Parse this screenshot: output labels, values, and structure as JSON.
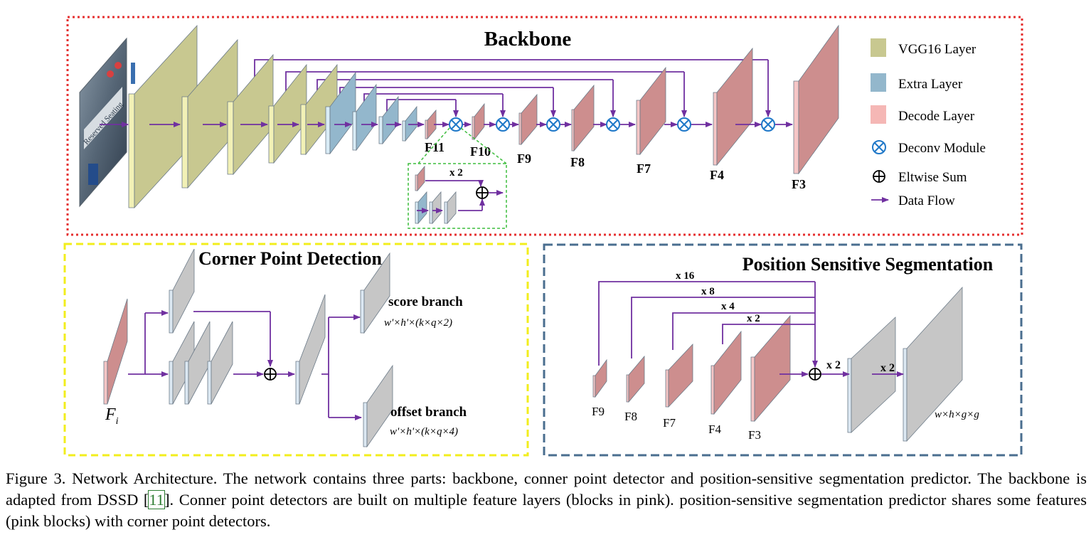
{
  "backbone": {
    "title": "Backbone",
    "layer_labels": [
      "F11",
      "F10",
      "F9",
      "F8",
      "F7",
      "F4",
      "F3"
    ],
    "inset_label": "x 2",
    "legend": [
      {
        "name": "VGG16 Layer",
        "color": "#c8c890"
      },
      {
        "name": "Extra Layer",
        "color": "#93b7cc"
      },
      {
        "name": "Decode Layer",
        "color": "#f5b7b5"
      },
      {
        "name": "Deconv Module",
        "icon": "deconv-icon"
      },
      {
        "name": "Eltwise Sum",
        "icon": "eltwise-sum-icon"
      },
      {
        "name": "Data Flow",
        "icon": "arrow-icon"
      }
    ],
    "input_image_sign": "Reserved Seating"
  },
  "corner": {
    "title": "Corner Point Detection",
    "score_label": "score branch",
    "score_formula": "w'×h'×(k×q×2)",
    "offset_label": "offset branch",
    "offset_formula": "w'×h'×(k×q×4)",
    "input_label": "F",
    "input_sub": "i"
  },
  "pss": {
    "title": "Position Sensitive Segmentation",
    "scales": [
      "x 16",
      "x 8",
      "x 4",
      "x 2"
    ],
    "layer_labels": [
      "F9",
      "F8",
      "F7",
      "F4",
      "F3"
    ],
    "up1": "x 2",
    "up2": "x 2",
    "output_formula": "w×h×g×g"
  },
  "caption": {
    "part1": "Figure 3. Network Architecture. The network contains three parts: backbone, conner point detector and position-sensitive segmentation predictor. The backbone is adapted from DSSD [",
    "ref": "11",
    "part2": "]. Conner point detectors are built on multiple feature layers (blocks in pink). position-sensitive segmentation predictor shares some features (pink blocks) with corner point detectors."
  },
  "colors": {
    "vgg": "#c8c890",
    "extra": "#93b7cc",
    "decode": "#cd8e8e",
    "gray": "#c6c6c6",
    "flow": "#7030a0",
    "deconv": "#1f78c8"
  }
}
